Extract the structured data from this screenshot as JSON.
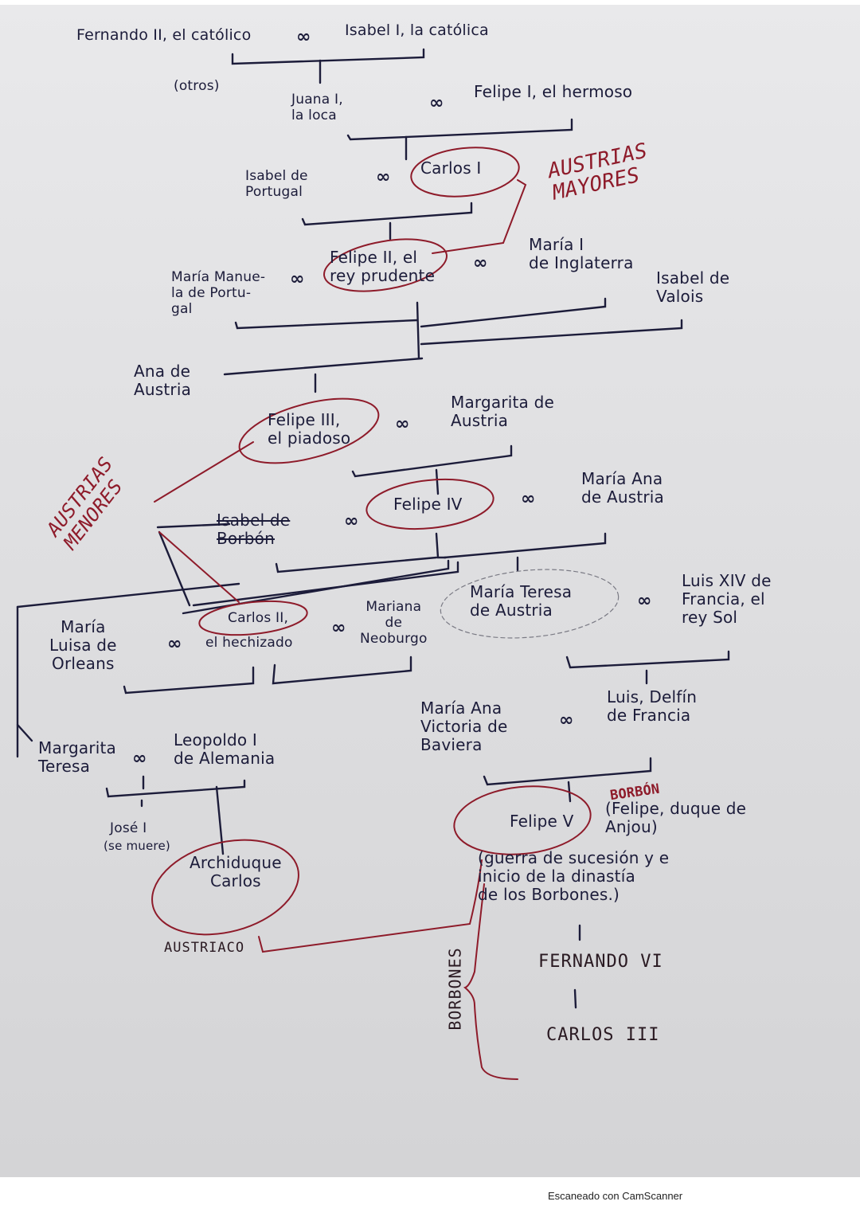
{
  "diagram": {
    "title": "Árbol genealógico: Austrias y Borbones",
    "marriage_symbol": "∞",
    "colors": {
      "ink": "#1c1c3a",
      "red_ink": "#8e1b2a",
      "paper": "#e4e4e6"
    },
    "people": {
      "fernando_ii": "Fernando II, el católico",
      "isabel_i": "Isabel I, la católica",
      "otros": "(otros)",
      "juana_i": "Juana I,\nla loca",
      "felipe_i": "Felipe I, el hermoso",
      "isabel_portugal": "Isabel de\nPortugal",
      "carlos_i": "Carlos I",
      "maria_manuela": "María Manue-\nla de Portu-\ngal",
      "felipe_ii": "Felipe II, el\nrey prudente",
      "maria_i": "María I\nde Inglaterra",
      "isabel_valois": "Isabel de\nValois",
      "ana_austria": "Ana de\nAustria",
      "felipe_iii": "Felipe III,\nel piadoso",
      "margarita_austria": "Margarita de\nAustria",
      "isabel_borbon": "Isabel de\nBorbón",
      "felipe_iv": "Felipe IV",
      "mariana_austria": "María Ana\nde Austria",
      "maria_luisa": "María\nLuisa de\nOrleans",
      "carlos_ii": "Carlos II,",
      "carlos_ii_epithet": "el hechizado",
      "mariana_neoburgo": "Mariana\nde\nNeoburgo",
      "maria_teresa": "María Teresa\nde Austria",
      "luis_xiv": "Luis XIV de\nFrancia, el\nrey Sol",
      "margarita_teresa": "Margarita\nTeresa",
      "leopoldo_i": "Leopoldo I\nde Alemania",
      "jose_i": "José I",
      "jose_i_note": "(se muere)",
      "archiduque_carlos": "Archiduque\nCarlos",
      "maria_ana_baviera": "María Ana\nVictoria de\nBaviera",
      "luis_delfin": "Luis, Delfín\nde Francia",
      "felipe_v": "Felipe V",
      "felipe_v_alias": "(Felipe, duque de\nAnjou)",
      "felipe_v_note": "(guerra de sucesión y e\ninicio de la dinastía\nde los Borbones.)",
      "fernando_vi": "FERNANDO VI",
      "carlos_iii": "CARLOS III"
    },
    "labels": {
      "austrias_mayores": "AUSTRIAS\nMAYORES",
      "austrias_menores": "AUSTRIAS\nMENORES",
      "borbon": "BORBÓN",
      "austriaco": "AUSTRIACO",
      "borbones": "BORBONES"
    }
  },
  "footer": {
    "watermark": "Escaneado con CamScanner"
  }
}
